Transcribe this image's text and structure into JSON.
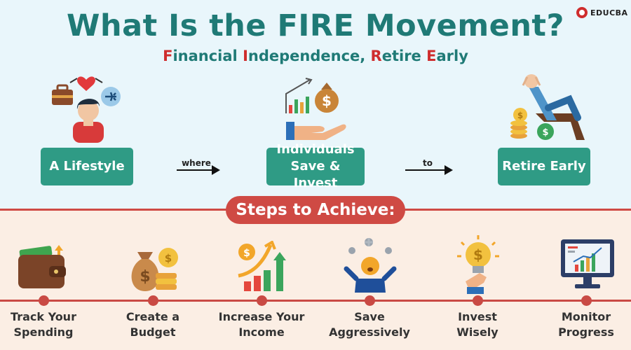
{
  "header": {
    "title": "What Is the FIRE Movement?",
    "subtitle_parts": [
      {
        "letter": "F",
        "rest": "inancial "
      },
      {
        "letter": "I",
        "rest": "ndependence, "
      },
      {
        "letter": "R",
        "rest": "etire "
      },
      {
        "letter": "E",
        "rest": "arly"
      }
    ],
    "logo_text": "EDUCBA"
  },
  "flow": {
    "lifestyle": "A Lifestyle",
    "connector1": "where",
    "individuals_line1": "Individuals",
    "individuals_line2": "Save & Invest",
    "connector2": "to",
    "retire": "Retire Early"
  },
  "steps": {
    "heading": "Steps to Achieve:",
    "items": [
      {
        "line1": "Track Your",
        "line2": "Spending",
        "icon": "wallet-icon"
      },
      {
        "line1": "Create a",
        "line2": "Budget",
        "icon": "money-bag-icon"
      },
      {
        "line1": "Increase Your",
        "line2": "Income",
        "icon": "growth-chart-icon"
      },
      {
        "line1": "Save",
        "line2": "Aggressively",
        "icon": "stressed-person-icon"
      },
      {
        "line1": "Invest",
        "line2": "Wisely",
        "icon": "idea-bulb-icon"
      },
      {
        "line1": "Monitor",
        "line2": "Progress",
        "icon": "monitor-chart-icon"
      }
    ]
  },
  "colors": {
    "teal": "#1f7a76",
    "pill": "#2f9b85",
    "red": "#cf4a44",
    "top_bg": "#e9f6fb",
    "bottom_bg": "#fbeee4"
  }
}
